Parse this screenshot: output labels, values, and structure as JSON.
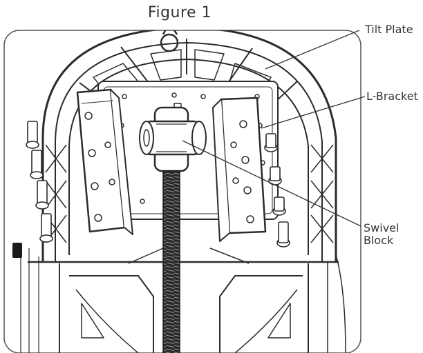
{
  "figure": {
    "title": "Figure 1"
  },
  "callouts": {
    "tilt_plate": "Tilt Plate",
    "l_bracket": "L-Bracket",
    "swivel_block_line1": "Swivel",
    "swivel_block_line2": "Block"
  },
  "colors": {
    "line": "#2b2b2b",
    "frame": "#444444"
  }
}
